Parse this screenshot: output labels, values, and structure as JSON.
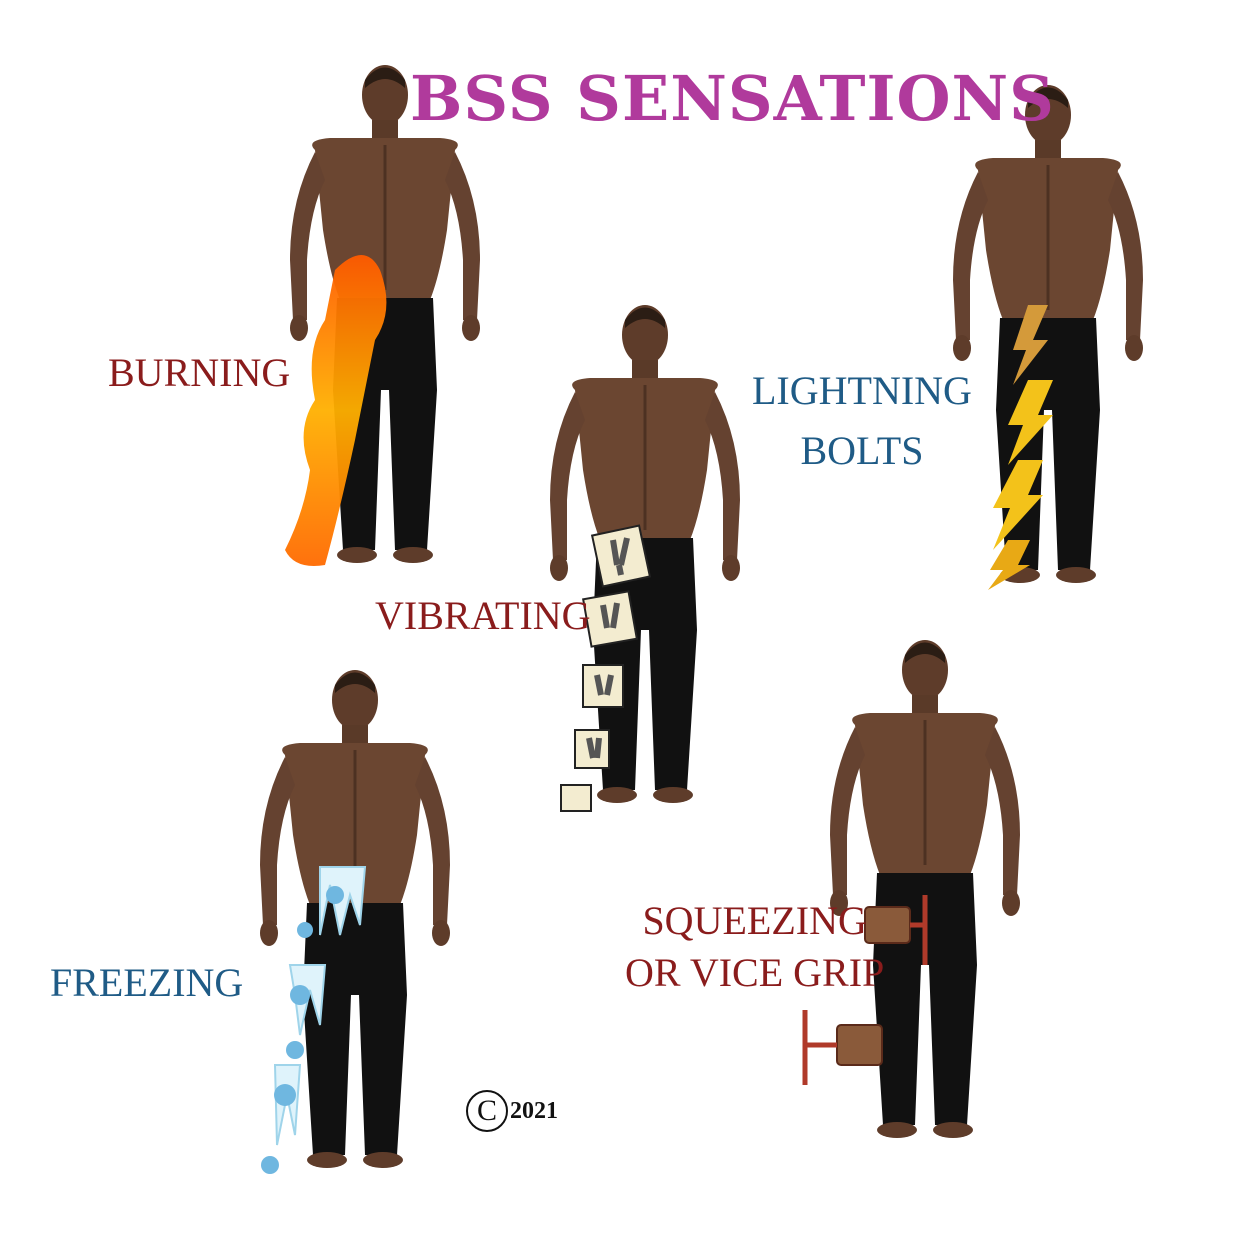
{
  "title": "BSS SENSATIONS",
  "labels": {
    "burning": "BURNING",
    "lightning_line1": "LIGHTNING",
    "lightning_line2": "BOLTS",
    "vibrating": "VIBRATING",
    "freezing": "FREEZING",
    "squeezing_line1": "SQUEEZING",
    "squeezing_line2": "OR VICE GRIP"
  },
  "copyright": {
    "symbol": "C",
    "year": "2021"
  },
  "colors": {
    "title": "#b03a9c",
    "red_label": "#8a1c1c",
    "blue_label": "#1f5b86",
    "skin": "#6b4631",
    "pants": "#111111"
  }
}
